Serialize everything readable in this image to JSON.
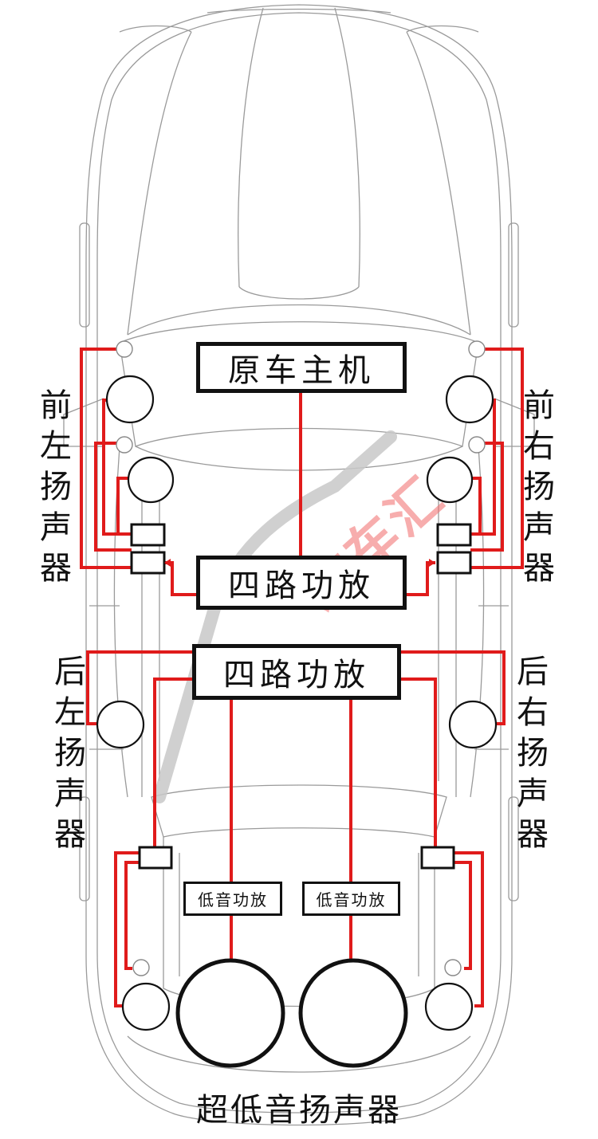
{
  "labels": {
    "head_unit": "原车主机",
    "amp_front": "四路功放",
    "amp_rear": "四路功放",
    "sub_amp_left": "低音功放",
    "sub_amp_right": "低音功放",
    "front_left": [
      "前",
      "左",
      "扬",
      "声",
      "器"
    ],
    "front_right": [
      "前",
      "右",
      "扬",
      "声",
      "器"
    ],
    "rear_left": [
      "后",
      "左",
      "扬",
      "声",
      "器"
    ],
    "rear_right": [
      "后",
      "右",
      "扬",
      "声",
      "器"
    ],
    "subwoofer": "超低音扬声器",
    "watermark": "改车汇"
  },
  "colors": {
    "wire": "#e01b1b",
    "outline": "#111111",
    "car_line": "#9a9a9a",
    "watermark": "#f26b6b"
  }
}
